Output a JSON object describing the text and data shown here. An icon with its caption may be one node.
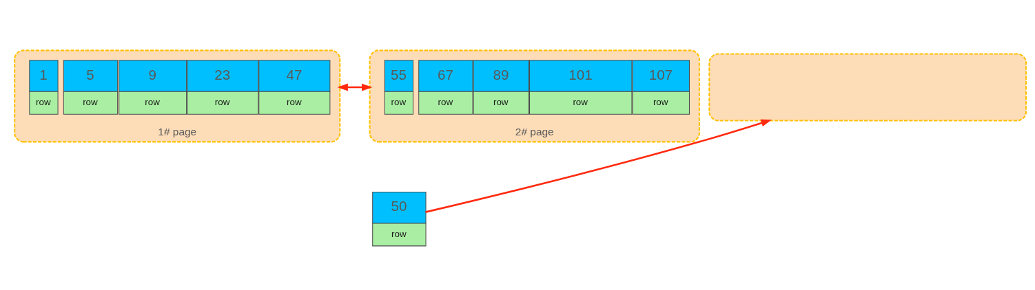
{
  "diagram": {
    "nodes": [
      {
        "text": [
          "1# page"
        ]
      },
      {
        "text": [
          "1",
          "row"
        ],
        "in": 0
      },
      {
        "text": [
          "5",
          "row"
        ],
        "in": 0
      },
      {
        "text": [
          "9",
          "row"
        ],
        "in": 0
      },
      {
        "text": [
          "23",
          "row"
        ],
        "in": 0
      },
      {
        "text": [
          "47",
          "row"
        ],
        "in": 0
      },
      {
        "text": [
          "2# page"
        ]
      },
      {
        "text": [
          "55",
          "row"
        ],
        "in": 6
      },
      {
        "text": [
          "67",
          "row"
        ],
        "in": 6
      },
      {
        "text": [
          "89",
          "row"
        ],
        "in": 6
      },
      {
        "text": [
          "101",
          "row"
        ],
        "in": 6
      },
      {
        "text": [
          "107",
          "row"
        ],
        "in": 6
      },
      {
        "text": [],
        "shape": "box"
      },
      {
        "text": [
          "50",
          "row"
        ]
      }
    ],
    "edges": [
      {
        "from": 0,
        "to": 6,
        "arrow": "both"
      },
      {
        "from": 13,
        "to": 12,
        "arrow": "to"
      }
    ]
  }
}
